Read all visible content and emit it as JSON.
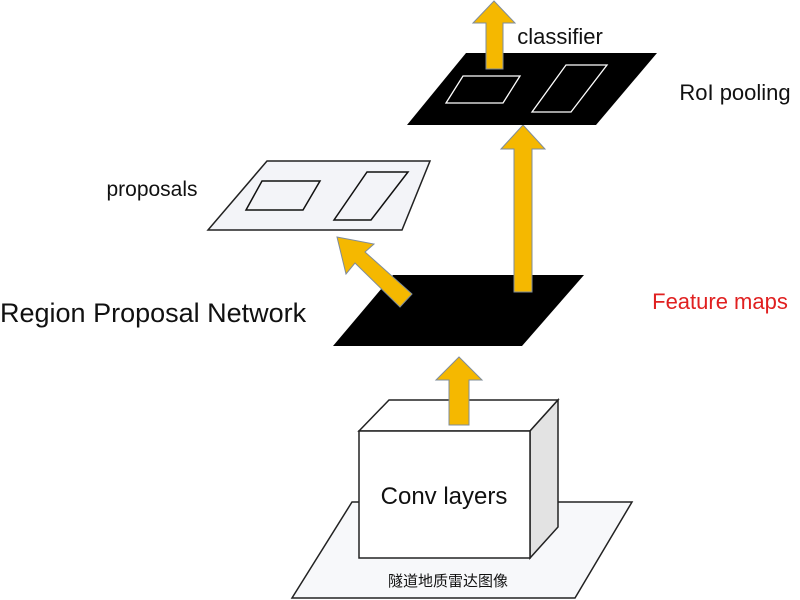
{
  "diagram": {
    "title": "Faster R-CNN pipeline",
    "labels": {
      "classifier": "classifier",
      "roi_pooling": "RoI pooling",
      "proposals": "proposals",
      "rpn": "Region Proposal Network",
      "feature_maps": "Feature maps",
      "conv_layers": "Conv layers",
      "input_image": "隧道地质雷达图像"
    },
    "colors": {
      "arrow_fill": "#F5B800",
      "arrow_stroke": "#7F8C9A",
      "feature_map_fill": "#000000",
      "proposal_plane_fill": "#F3F4F8",
      "feature_maps_text": "#E02020",
      "box_side": "#E3E3E3"
    }
  }
}
